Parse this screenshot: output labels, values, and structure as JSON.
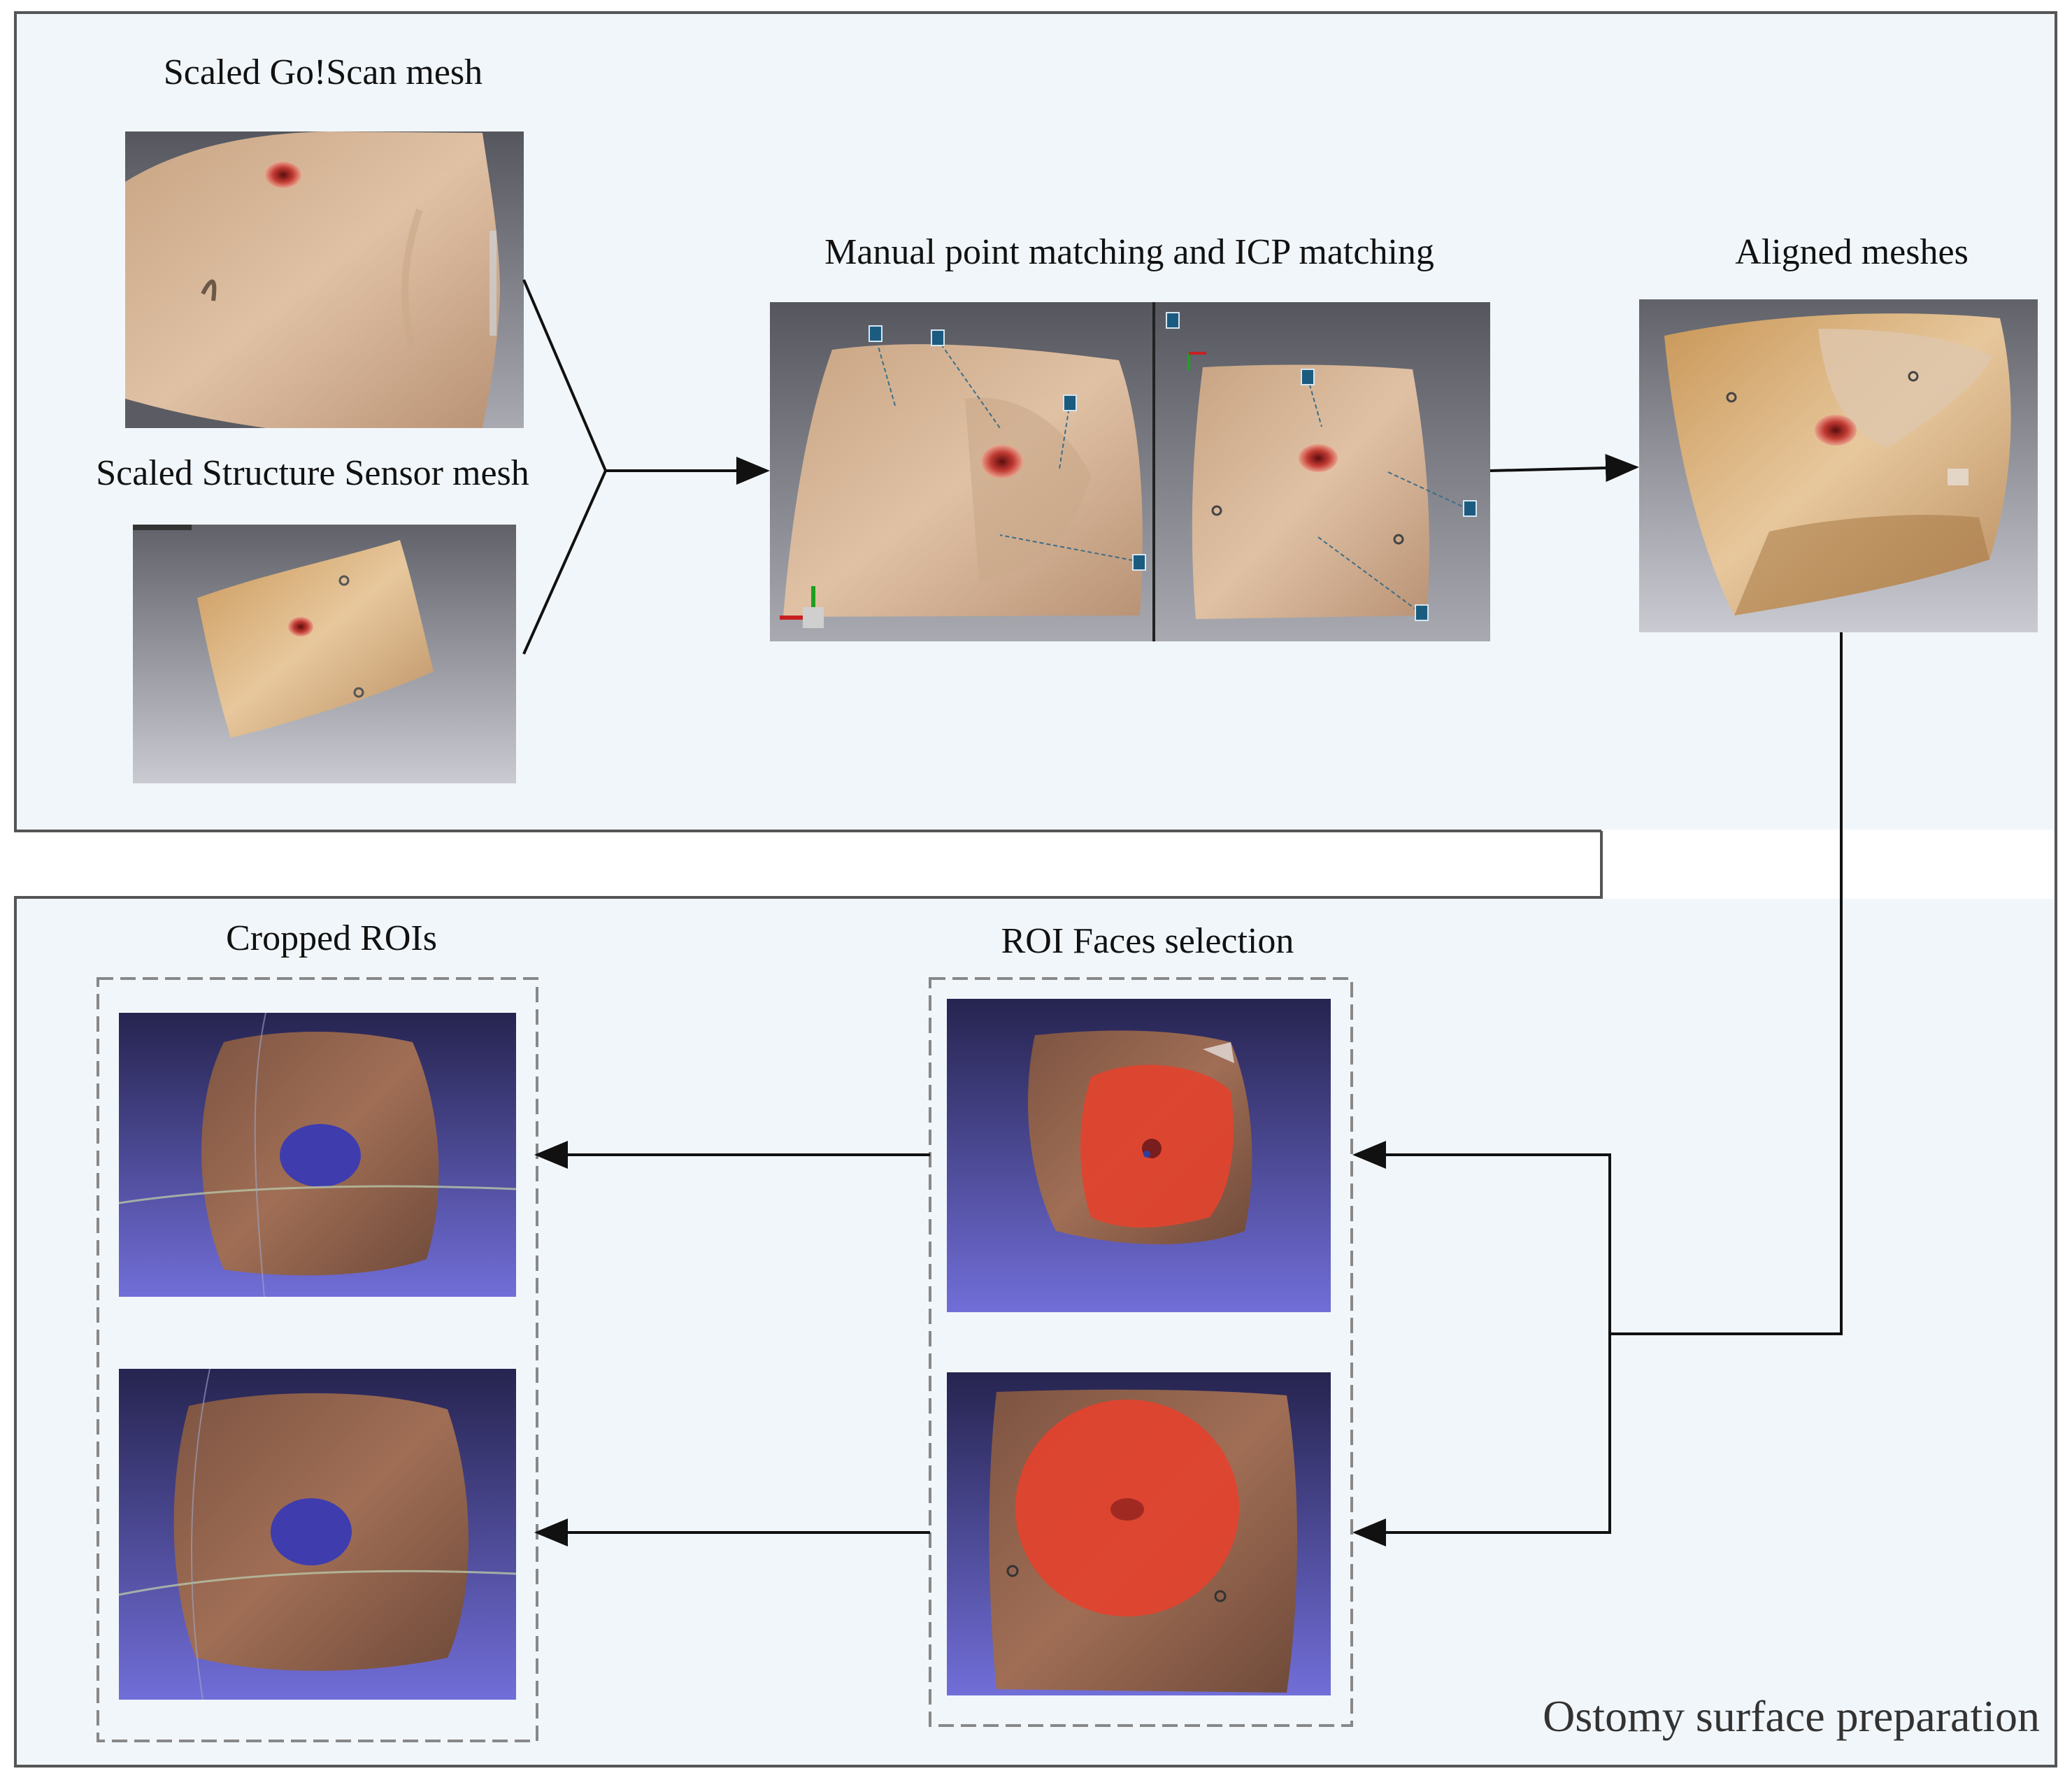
{
  "labels": {
    "goscan": "Scaled Go!Scan mesh",
    "structure": "Scaled Structure Sensor mesh",
    "matching": "Manual point matching and ICP matching",
    "aligned": "Aligned meshes",
    "cropped": "Cropped ROIs",
    "roi_selection": "ROI Faces selection",
    "section": "Ostomy surface preparation"
  },
  "colors": {
    "panel_bg": "#f1f6fa",
    "panel_border": "#555555",
    "arrow": "#111111",
    "dashed_box": "#888888",
    "viewport_grey_top": "#65666e",
    "viewport_grey_bottom": "#c9cbd1",
    "viewport_blue_top": "#2b2a5c",
    "viewport_blue_bottom": "#6f6cd6",
    "skin": "#d8b48f",
    "stoma": "#b32a2a",
    "roi_red": "#e2432e",
    "cropped_skin": "#8c5a44"
  },
  "icons": {
    "marker": "numbered-marker-icon",
    "axis": "axis-gizmo-icon"
  }
}
